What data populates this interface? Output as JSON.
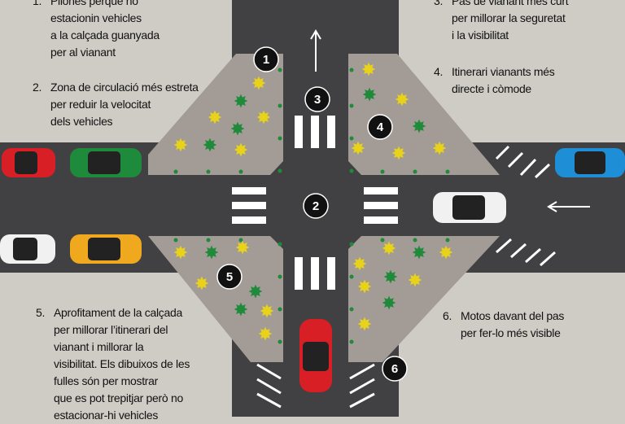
{
  "notes": [
    {
      "num": "1.",
      "lines": [
        "Pilones perquè no",
        "estacionin vehicles",
        "a la calçada guanyada",
        "per al vianant"
      ]
    },
    {
      "num": "2.",
      "lines": [
        "Zona de circulació més estreta",
        "per reduir la velocitat",
        "dels vehicles"
      ]
    },
    {
      "num": "3.",
      "lines": [
        "Pas de vianant més curt",
        "per millorar la seguretat",
        "i la visibilitat"
      ]
    },
    {
      "num": "4.",
      "lines": [
        "Itinerari vianants més",
        "directe i còmode"
      ]
    },
    {
      "num": "5.",
      "lines": [
        "Aprofitament de la calçada",
        "per millorar l’itinerari del",
        "vianant i millorar la",
        "visibilitat. Els dibuixos de les",
        "fulles són per mostrar",
        "que es pot trepitjar però no",
        "estacionar-hi vehicles"
      ]
    },
    {
      "num": "6.",
      "lines": [
        "Motos davant del pas",
        "per fer-lo més visible"
      ]
    }
  ],
  "markers": [
    "1",
    "2",
    "3",
    "4",
    "5",
    "6"
  ],
  "colors": {
    "background": "#cfccc6",
    "road": "#414143",
    "extension": "#a39b95",
    "leaf_yellow": "#e8d21a",
    "leaf_green": "#1f8a3a"
  }
}
